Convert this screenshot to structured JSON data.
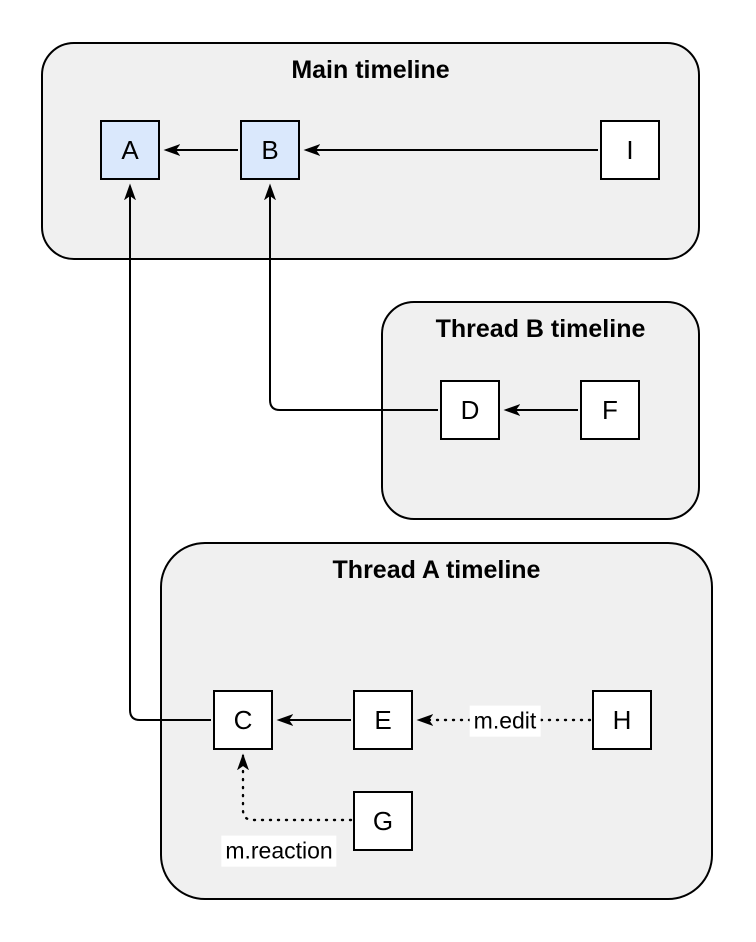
{
  "diagram": {
    "containers": [
      {
        "id": "main",
        "title": "Main timeline"
      },
      {
        "id": "thread-b",
        "title": "Thread B timeline"
      },
      {
        "id": "thread-a",
        "title": "Thread A timeline"
      }
    ],
    "nodes": [
      {
        "id": "A",
        "label": "A",
        "timeline": "main",
        "highlighted": true
      },
      {
        "id": "B",
        "label": "B",
        "timeline": "main",
        "highlighted": true
      },
      {
        "id": "I",
        "label": "I",
        "timeline": "main",
        "highlighted": false
      },
      {
        "id": "D",
        "label": "D",
        "timeline": "thread-b",
        "highlighted": false
      },
      {
        "id": "F",
        "label": "F",
        "timeline": "thread-b",
        "highlighted": false
      },
      {
        "id": "C",
        "label": "C",
        "timeline": "thread-a",
        "highlighted": false
      },
      {
        "id": "E",
        "label": "E",
        "timeline": "thread-a",
        "highlighted": false
      },
      {
        "id": "H",
        "label": "H",
        "timeline": "thread-a",
        "highlighted": false
      },
      {
        "id": "G",
        "label": "G",
        "timeline": "thread-a",
        "highlighted": false
      }
    ],
    "edges": [
      {
        "from": "B",
        "to": "A",
        "style": "solid",
        "label": ""
      },
      {
        "from": "I",
        "to": "B",
        "style": "solid",
        "label": ""
      },
      {
        "from": "D",
        "to": "B",
        "style": "solid",
        "label": ""
      },
      {
        "from": "F",
        "to": "D",
        "style": "solid",
        "label": ""
      },
      {
        "from": "C",
        "to": "A",
        "style": "solid",
        "label": ""
      },
      {
        "from": "E",
        "to": "C",
        "style": "solid",
        "label": ""
      },
      {
        "from": "H",
        "to": "E",
        "style": "dotted",
        "label": "m.edit"
      },
      {
        "from": "G",
        "to": "C",
        "style": "dotted",
        "label": "m.reaction"
      }
    ],
    "colors": {
      "canvas_background": "#ffffff",
      "container_fill": "#f0f0f0",
      "container_border": "#000000",
      "node_fill_default": "#ffffff",
      "node_fill_highlight": "#dae8fc",
      "node_border": "#000000",
      "edge_color": "#000000",
      "edge_label_background": "#ffffff"
    }
  }
}
